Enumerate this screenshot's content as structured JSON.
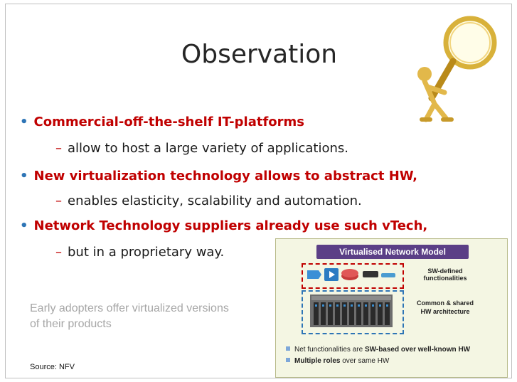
{
  "title": "Observation",
  "bullets": [
    {
      "text": "Commercial-off-the-shelf IT-platforms",
      "sub": "allow to host a large variety of applications."
    },
    {
      "text": "New virtualization technology allows to abstract HW,",
      "sub": "enables elasticity, scalability and automation."
    },
    {
      "text": "Network Technology suppliers already use such vTech,",
      "sub": "but in a proprietary way."
    }
  ],
  "note": "Early adopters offer virtualized versions of their products",
  "source": "Source: NFV",
  "inset": {
    "header": "Virtualised Network Model",
    "sw_label": "SW-defined functionalities",
    "hw_label": "Common & shared HW architecture",
    "bullet1_a": "Net functionalities are ",
    "bullet1_b": "SW-based over well-known HW",
    "bullet2_a": "Multiple roles",
    "bullet2_b": " over same HW"
  },
  "colors": {
    "accent_red": "#c00000",
    "bullet_blue": "#2e75b6",
    "header_purple": "#5b3f86"
  },
  "icons": {
    "figure": "magnifying-glass-figure",
    "devices": [
      "switch-icon",
      "video-icon",
      "router-icon",
      "device-icon",
      "cable-icon"
    ],
    "server": "server-rack-icon"
  }
}
